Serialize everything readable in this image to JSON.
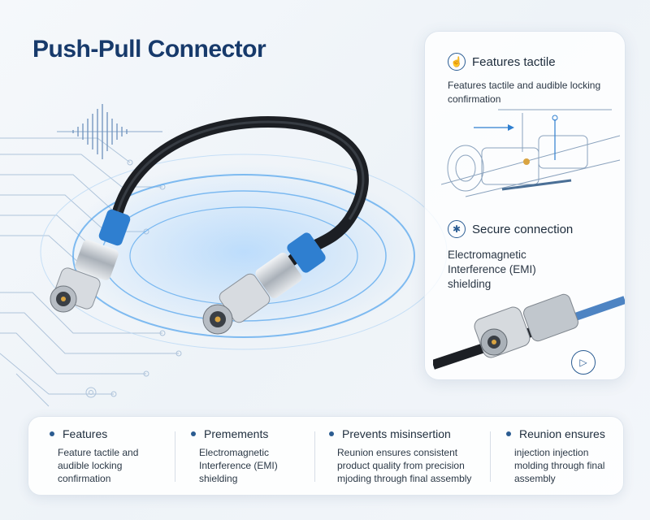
{
  "title": "Push-Pull Connector",
  "panel": {
    "feature1": {
      "heading": "Features tactile",
      "desc": "Features tactile and audible locking confirmation",
      "icon": "hand-touch-icon"
    },
    "feature2": {
      "heading": "Secure connection",
      "desc": "Electromagnetic Interference (EMI) shielding",
      "icon": "snowflake-shield-icon"
    },
    "badge_icon": "play-signal-icon"
  },
  "bottom": [
    {
      "heading": "Features",
      "lines": [
        "Feature tactile and",
        "audible locking",
        "confirmation"
      ]
    },
    {
      "heading": "Premements",
      "lines": [
        "Electromagnetic",
        "Interference (EMI)",
        "shielding"
      ]
    },
    {
      "heading": "Prevents misinsertion",
      "lines": [
        "Reunion ensures consistent",
        "product quality from precision",
        "mjoding through final assembly"
      ]
    },
    {
      "heading": "Reunion ensures",
      "lines": [
        "injection injection",
        "molding through final",
        "assembly"
      ]
    }
  ],
  "colors": {
    "accent": "#2f7fd0",
    "title": "#173a6b",
    "cable": "#1c1f24",
    "metal": "#c9ced4"
  }
}
